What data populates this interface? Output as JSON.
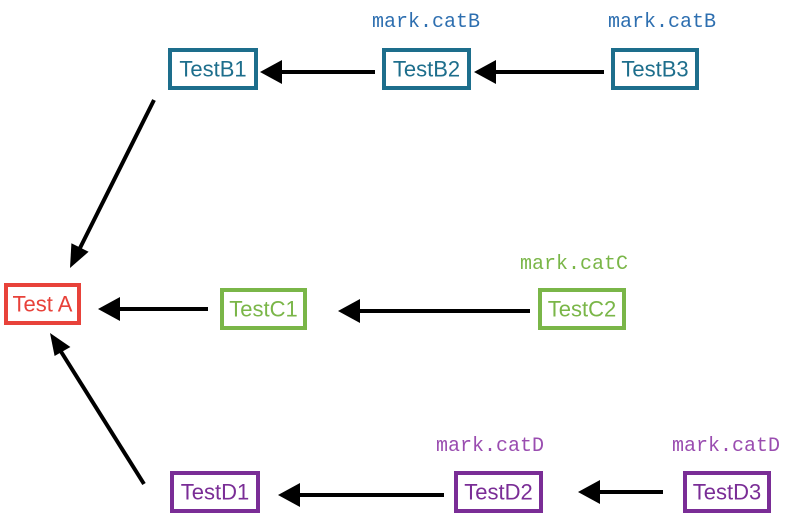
{
  "colors": {
    "red": "#e8423a",
    "blue": "#1d6e8c",
    "blue_label": "#2e6fb0",
    "green": "#7ab648",
    "purple": "#7a2d96",
    "arrow": "#000000"
  },
  "nodes": {
    "test_a": "Test A",
    "test_b1": "TestB1",
    "test_b2": "TestB2",
    "test_b3": "TestB3",
    "test_c1": "TestC1",
    "test_c2": "TestC2",
    "test_d1": "TestD1",
    "test_d2": "TestD2",
    "test_d3": "TestD3"
  },
  "marks": {
    "b2": "mark.catB",
    "b3": "mark.catB",
    "c2": "mark.catC",
    "d2": "mark.catD",
    "d3": "mark.catD"
  },
  "edges": [
    {
      "from": "TestB3",
      "to": "TestB2"
    },
    {
      "from": "TestB2",
      "to": "TestB1"
    },
    {
      "from": "TestB1",
      "to": "Test A"
    },
    {
      "from": "TestC2",
      "to": "TestC1"
    },
    {
      "from": "TestC1",
      "to": "Test A"
    },
    {
      "from": "TestD3",
      "to": "TestD2"
    },
    {
      "from": "TestD2",
      "to": "TestD1"
    },
    {
      "from": "TestD1",
      "to": "Test A"
    }
  ]
}
